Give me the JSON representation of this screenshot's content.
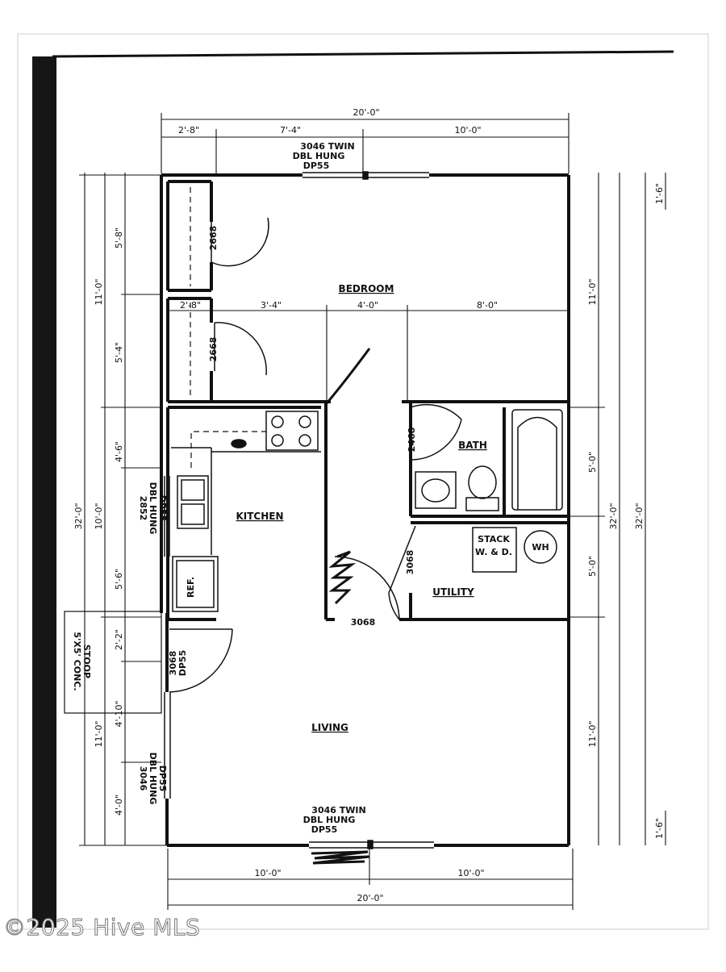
{
  "colors": {
    "paper": "#ffffff",
    "ink": "#111111",
    "scan_shadow": "#1a1a1a"
  },
  "watermark": "©2025 Hive MLS",
  "rooms": {
    "bedroom": "BEDROOM",
    "bath": "BATH",
    "kitchen": "KITCHEN",
    "utility": "UTILITY",
    "living": "LIVING"
  },
  "fixtures": {
    "stack_line1": "STACK",
    "stack_line2": "W. & D.",
    "water_heater": "WH",
    "refrigerator": "REF."
  },
  "windows": {
    "top_line1": "3046 TWIN",
    "top_line2": "DBL HUNG",
    "top_line3": "DP55",
    "bottom_line1": "3046 TWIN",
    "bottom_line2": "DBL HUNG",
    "bottom_line3": "DP55",
    "kitchen_line1": "2852",
    "kitchen_line2": "DBL HUNG",
    "kitchen_line3": "DP55",
    "living_line1": "3046",
    "living_line2": "DBL HUNG",
    "living_line3": "DP55"
  },
  "doors": {
    "closet1": "2668",
    "closet2": "2668",
    "bath": "2468",
    "utility": "3068",
    "kitchen": "3068",
    "entry_line1": "3068",
    "entry_line2": "DP55"
  },
  "stoop": {
    "line1": "5'X5' CONC.",
    "line2": "STOOP"
  },
  "dimensions": {
    "top_total": "20'-0\"",
    "top_a": "2'-8\"",
    "top_b": "7'-4\"",
    "top_c": "10'-0\"",
    "mid_a": "2'-8\"",
    "mid_b": "3'-4\"",
    "mid_c": "4'-0\"",
    "mid_d": "8'-0\"",
    "bottom_a": "10'-0\"",
    "bottom_b": "10'-0\"",
    "bottom_total": "20'-0\"",
    "left_total": "32'-0\"",
    "left_upper": "11'-0\"",
    "left_mid": "10'-0\"",
    "left_lower": "11'-0\"",
    "left_s1": "5'-8\"",
    "left_s2": "5'-4\"",
    "left_s3": "4'-6\"",
    "left_s4": "5'-6\"",
    "left_s5": "2'-2\"",
    "left_s6": "4'-10\"",
    "left_s7": "4'-0\"",
    "right_total_a": "32'-0\"",
    "right_total_b": "32'-0\"",
    "right_upper": "11'-0\"",
    "right_s1": "5'-0\"",
    "right_s2": "5'-0\"",
    "right_lower": "11'-0\"",
    "right_top_small": "1'-6\"",
    "right_bottom_small": "1'-6\""
  }
}
